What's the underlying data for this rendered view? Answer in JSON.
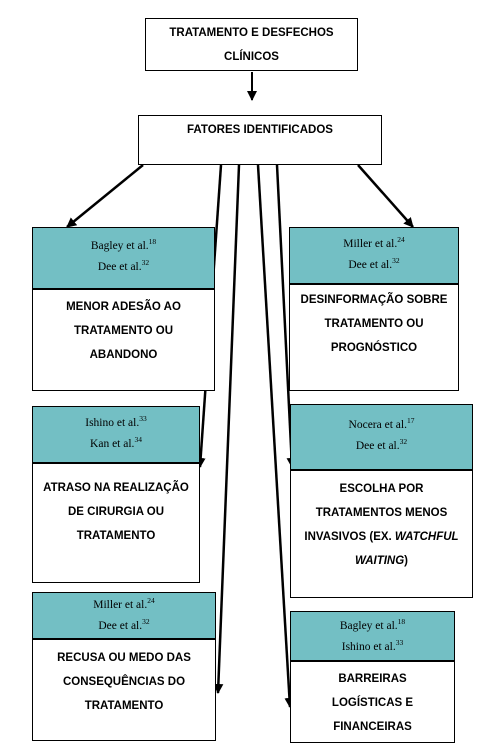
{
  "top": {
    "line1": "TRATAMENTO E DESFECHOS",
    "line2": "CLÍNICOS"
  },
  "middle": {
    "label": "FATORES IDENTIFICADOS"
  },
  "factors": [
    {
      "refs": [
        {
          "name": "Bagley et al.",
          "sup": "18"
        },
        {
          "name": "Dee et al.",
          "sup": "32"
        }
      ],
      "text": [
        "MENOR ADESÃO AO",
        "TRATAMENTO OU",
        "ABANDONO"
      ]
    },
    {
      "refs": [
        {
          "name": "Miller et al.",
          "sup": "24"
        },
        {
          "name": "Dee et al.",
          "sup": "32"
        }
      ],
      "text": [
        "DESINFORMAÇÃO SOBRE",
        "TRATAMENTO OU",
        "PROGNÓSTICO"
      ]
    },
    {
      "refs": [
        {
          "name": "Ishino et al.",
          "sup": "33"
        },
        {
          "name": "Kan et al.",
          "sup": "34"
        }
      ],
      "text": [
        "ATRASO NA REALIZAÇÃO",
        "DE CIRURGIA OU",
        "TRATAMENTO"
      ]
    },
    {
      "refs": [
        {
          "name": "Nocera et al.",
          "sup": "17"
        },
        {
          "name": "Dee et al.",
          "sup": "32"
        }
      ],
      "text": [
        "ESCOLHA POR",
        "TRATAMENTOS MENOS",
        "INVASIVOS (EX. ",
        "WATCHFUL",
        "WAITING",
        ")"
      ]
    },
    {
      "refs": [
        {
          "name": "Miller et al.",
          "sup": "24"
        },
        {
          "name": "Dee et al.",
          "sup": "32"
        }
      ],
      "text": [
        "RECUSA OU MEDO DAS",
        "CONSEQUÊNCIAS DO",
        "TRATAMENTO"
      ]
    },
    {
      "refs": [
        {
          "name": "Bagley et al.",
          "sup": "18"
        },
        {
          "name": "Ishino et al.",
          "sup": "33"
        }
      ],
      "text": [
        "BARREIRAS",
        "LOGÍSTICAS E",
        "FINANCEIRAS"
      ]
    }
  ]
}
